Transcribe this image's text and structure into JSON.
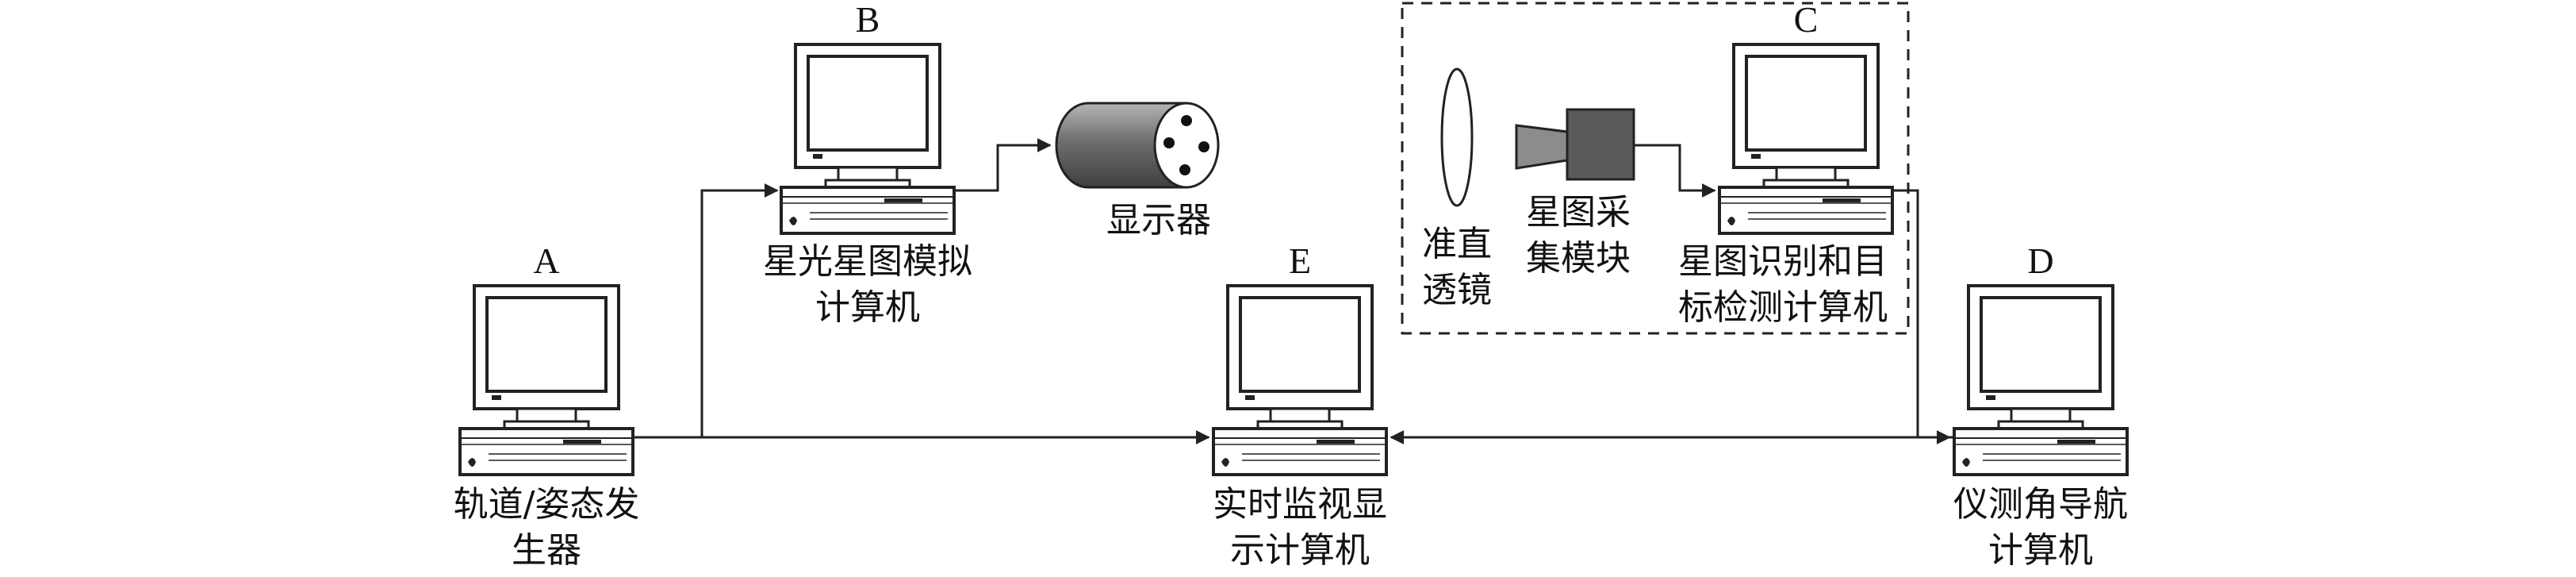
{
  "nodes": {
    "a": {
      "letter": "A",
      "label": [
        "轨道/姿态发",
        "生器"
      ]
    },
    "b": {
      "letter": "B",
      "label": [
        "星光星图模拟",
        "计算机"
      ]
    },
    "c": {
      "letter": "C",
      "label": [
        "星图识别和目",
        "标检测计算机"
      ]
    },
    "d": {
      "letter": "D",
      "label": [
        "仪测角导航",
        "计算机"
      ]
    },
    "e": {
      "letter": "E",
      "label": [
        "实时监视显",
        "示计算机"
      ]
    }
  },
  "display": {
    "label": "显示器"
  },
  "lens": {
    "label": [
      "准直",
      "透镜"
    ]
  },
  "camera": {
    "label": [
      "星图采",
      "集模块"
    ]
  },
  "colors": {
    "line": "#222222",
    "screen": "#ffffff",
    "camera_body": "#5a5a5a",
    "camera_lens": "#8c8c8c",
    "display_body": "#7a7a7a"
  }
}
